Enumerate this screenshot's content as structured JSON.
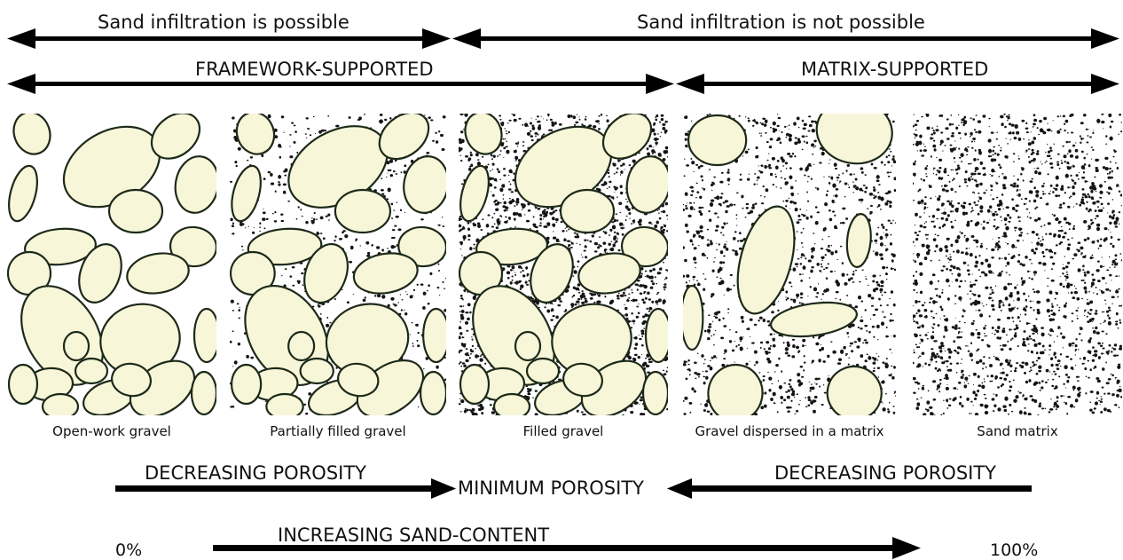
{
  "infiltration": {
    "possible": "Sand infiltration is possible",
    "not_possible": "Sand infiltration is not possible"
  },
  "support": {
    "framework": "FRAMEWORK-SUPPORTED",
    "matrix": "MATRIX-SUPPORTED"
  },
  "panels": [
    {
      "caption": "Open-work gravel",
      "matrix_density": 0
    },
    {
      "caption": "Partially filled gravel",
      "matrix_density": 0.35
    },
    {
      "caption": "Filled gravel",
      "matrix_density": 1.0
    },
    {
      "caption": "Gravel dispersed in a matrix",
      "matrix_density": 0.55
    },
    {
      "caption": "Sand matrix",
      "matrix_density": 0.7
    }
  ],
  "porosity": {
    "left": "DECREASING POROSITY",
    "center": "MINIMUM POROSITY",
    "right": "DECREASING POROSITY"
  },
  "sand_content": {
    "label": "INCREASING SAND-CONTENT",
    "start": "0%",
    "end": "100%"
  },
  "colors": {
    "pebble_fill": "#f7f6d8",
    "pebble_stroke": "#1d2a1a",
    "arrow": "#000000"
  }
}
